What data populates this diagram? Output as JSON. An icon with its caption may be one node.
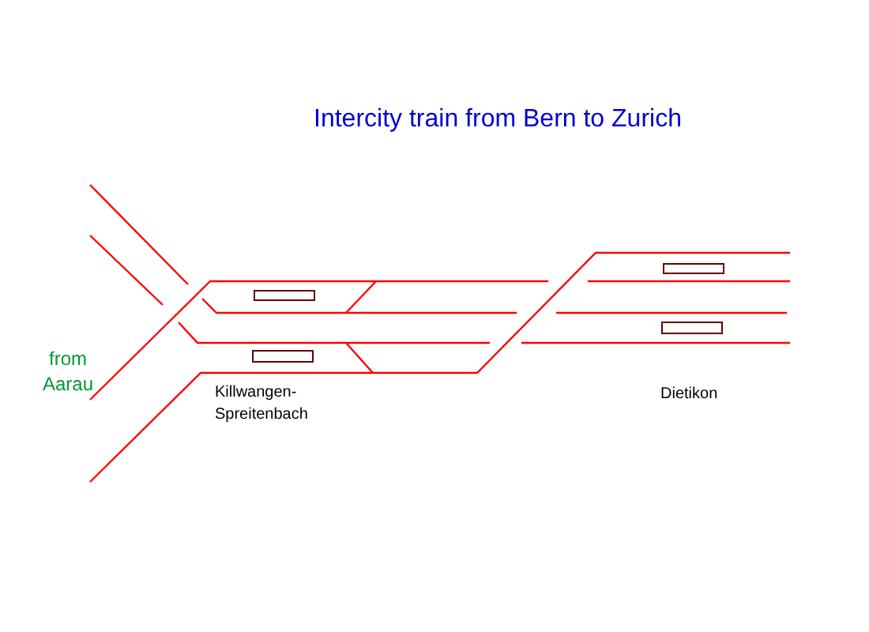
{
  "diagram": {
    "title": "Intercity train from Bern to Zurich",
    "labels": [
      "from Aarau",
      "Killwangen-Spreitenbach",
      "Dietikon"
    ]
  }
}
